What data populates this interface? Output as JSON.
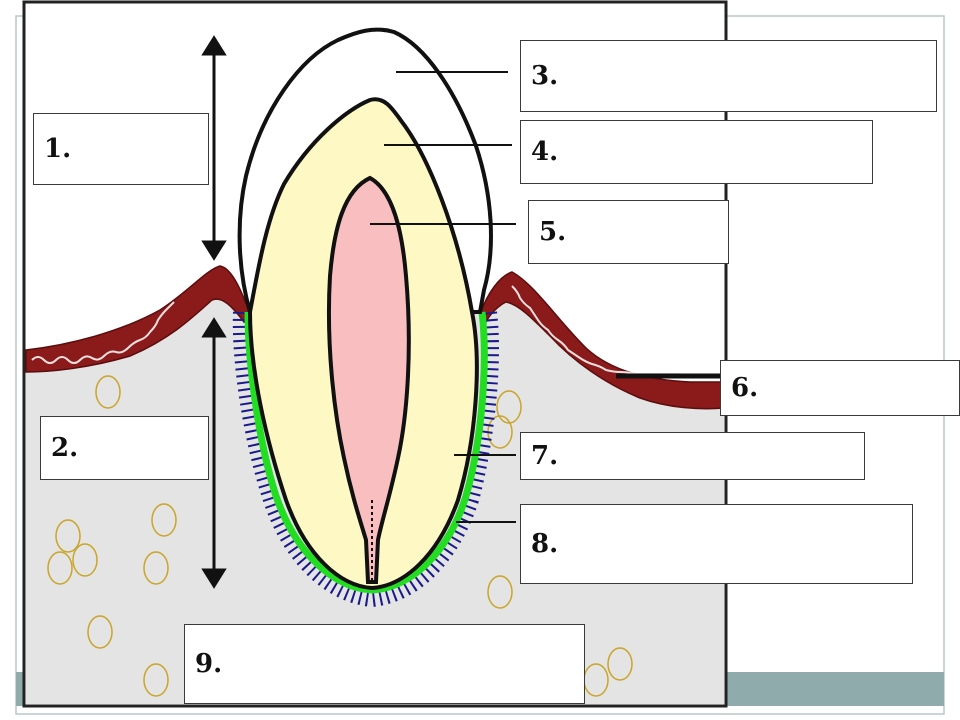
{
  "labels": [
    {
      "id": "1",
      "text": "1."
    },
    {
      "id": "2",
      "text": "2."
    },
    {
      "id": "3",
      "text": "3."
    },
    {
      "id": "4",
      "text": "4."
    },
    {
      "id": "5",
      "text": "5."
    },
    {
      "id": "6",
      "text": "6."
    },
    {
      "id": "7",
      "text": "7."
    },
    {
      "id": "8",
      "text": "8."
    },
    {
      "id": "9",
      "text": "9."
    }
  ],
  "colors": {
    "enamel": "#ffffff",
    "dentin": "#fdf8c4",
    "pulp": "#f9bfc0",
    "gum": "#8b1a1a",
    "bone": "#e4e4e4",
    "periodontal_ligament": "#22dd22",
    "cementum_fibers": "#1a1a8c",
    "bone_cells": "#c9a52a",
    "slide_band": "#8fabab"
  }
}
